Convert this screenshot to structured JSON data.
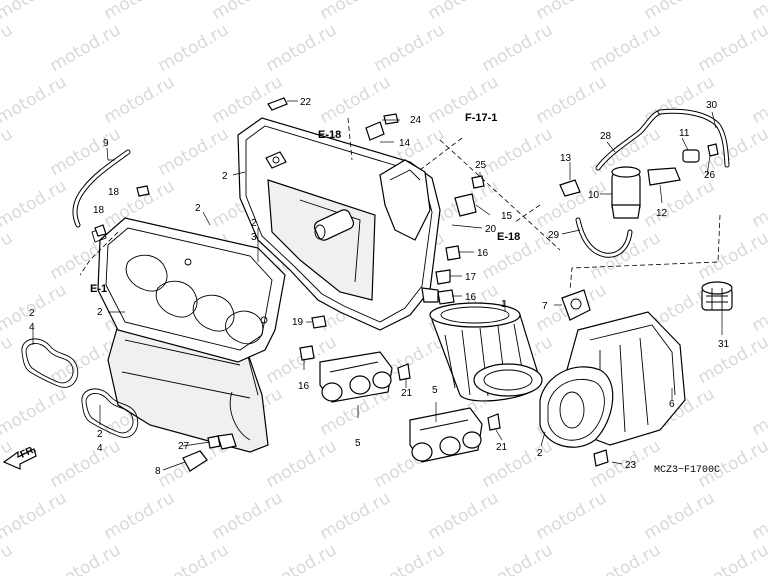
{
  "diagram": {
    "watermark_text": "motod.ru",
    "drawing_code": "MCZ3−F1700C",
    "front_marker": "FR.",
    "section_refs": [
      "E-18",
      "F-17-1",
      "E-18",
      "E-1"
    ],
    "part_numbers": [
      "1",
      "2",
      "3",
      "4",
      "5",
      "6",
      "7",
      "8",
      "9",
      "10",
      "11",
      "12",
      "13",
      "14",
      "15",
      "16",
      "17",
      "18",
      "19",
      "20",
      "21",
      "22",
      "23",
      "24",
      "25",
      "26",
      "27",
      "28",
      "29",
      "30",
      "31"
    ]
  }
}
